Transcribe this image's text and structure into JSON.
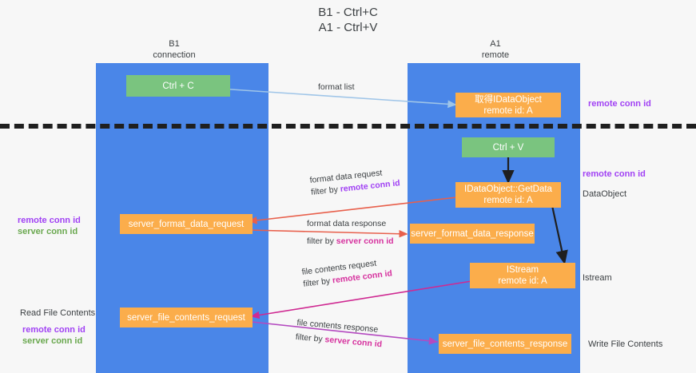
{
  "title": {
    "line1": "B1 - Ctrl+C",
    "line2": "A1 - Ctrl+V"
  },
  "lanes": [
    {
      "id": "b1",
      "name": "B1",
      "sub": "connection"
    },
    {
      "id": "a1",
      "name": "A1",
      "sub": "remote"
    }
  ],
  "boxes": {
    "ctrl_c": {
      "label": "Ctrl + C"
    },
    "ctrl_v": {
      "label": "Ctrl + V"
    },
    "remote_dataobject": {
      "line1": "取得IDataObject",
      "line2": "remote id: A"
    },
    "getdata": {
      "line1": "IDataObject::GetData",
      "line2": "remote id: A"
    },
    "istream": {
      "line1": "IStream",
      "line2": "remote id: A"
    },
    "server_format_data_request": {
      "label": "server_format_data_request"
    },
    "server_format_data_response": {
      "label": "server_format_data_response"
    },
    "server_file_contents_request": {
      "label": "server_file_contents_request"
    },
    "server_file_contents_response": {
      "label": "server_file_contents_response"
    }
  },
  "right_labels": [
    {
      "id": "remote-conn-id-top",
      "text": "remote conn id",
      "style": "purple"
    },
    {
      "id": "remote-conn-id-middle",
      "text": "remote conn id",
      "style": "purple"
    },
    {
      "id": "dataobject",
      "text": "DataObject",
      "style": "plain"
    },
    {
      "id": "istream",
      "text": "Istream",
      "style": "plain"
    },
    {
      "id": "write-file-contents",
      "text": "Write File Contents",
      "style": "plain"
    }
  ],
  "left_labels": [
    {
      "id": "remote-conn-id",
      "text": "remote conn id",
      "style": "purple"
    },
    {
      "id": "server-conn-id",
      "text": "server conn id",
      "style": "green"
    },
    {
      "id": "read-file-contents",
      "text": "Read File Contents",
      "style": "plain"
    },
    {
      "id": "remote-conn-id-2",
      "text": "remote conn id",
      "style": "purple"
    },
    {
      "id": "server-conn-id-2",
      "text": "server conn id",
      "style": "green"
    }
  ],
  "edges": [
    {
      "id": "format-list",
      "label": "format list",
      "filter_prefix": "",
      "filter_value": "",
      "color": "#9fc5e8"
    },
    {
      "id": "format-data-request",
      "label": "format data request",
      "filter_prefix": "filter by ",
      "filter_value": "remote conn id",
      "color": "#e8604c"
    },
    {
      "id": "format-data-response",
      "label": "format data response",
      "filter_prefix": "filter by ",
      "filter_value": "server conn id",
      "color": "#e8604c"
    },
    {
      "id": "file-contents-request",
      "label": "file contents request",
      "filter_prefix": "filter by ",
      "filter_value": "remote conn id",
      "color": "#cf2a92"
    },
    {
      "id": "file-contents-response",
      "label": "file contents response",
      "filter_prefix": "filter by ",
      "filter_value": "server conn id",
      "color": "#b44ac0"
    }
  ],
  "colors": {
    "lane": "#4a86e8",
    "green_box": "#7ac47f",
    "orange_box": "#fbad4b",
    "purple_text": "#a142f4",
    "green_text": "#6aa84f",
    "magenta_text": "#d6319e",
    "separator": "#1f1f1f",
    "background": "#f7f7f7"
  }
}
